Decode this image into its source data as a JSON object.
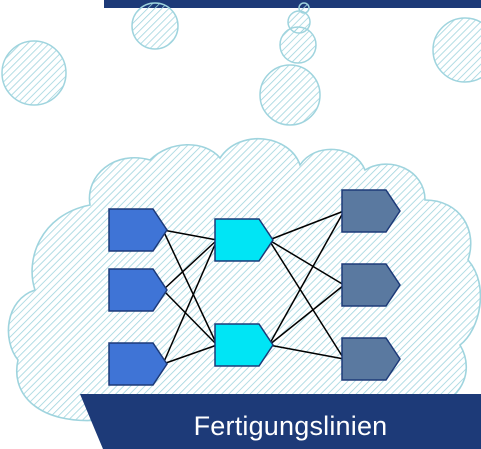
{
  "caption": {
    "label": "Fertigungslinien"
  },
  "colors": {
    "top_bar": "#1d3a78",
    "caption_banner": "#1d3a78",
    "cloud_outline": "#9fd4de",
    "cloud_hatch": "#9fd4de",
    "input_node": "#3f74d6",
    "middle_node": "#00e5f5",
    "output_node": "#5a79a0",
    "node_stroke": "#1d3a78",
    "edge": "#000000"
  },
  "network": {
    "layers": [
      {
        "name": "input",
        "count": 3
      },
      {
        "name": "middle",
        "count": 2
      },
      {
        "name": "output",
        "count": 3
      }
    ],
    "connectivity": "fully-connected-between-adjacent-layers"
  }
}
